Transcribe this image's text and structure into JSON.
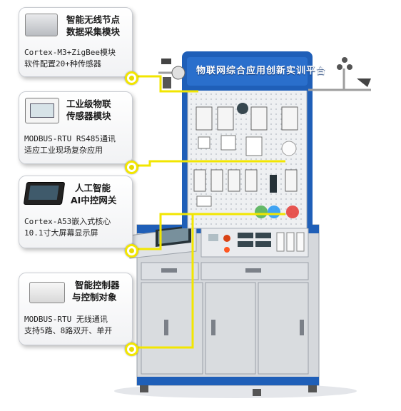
{
  "platform": {
    "title": "物联网综合应用创新实训平台",
    "frame_color": "#1f5fb8",
    "cabinet_color": "#cfd3d8",
    "connector_color": "#f2e600"
  },
  "callouts": [
    {
      "title1": "智能无线节点",
      "title2": "数据采集模块",
      "desc1": "Cortex-M3+ZigBee模块",
      "desc2": "软件配置20+种传感器"
    },
    {
      "title1": "工业级物联",
      "title2": "传感器模块",
      "desc1": "MODBUS-RTU RS485通讯",
      "desc2": "适应工业现场复杂应用"
    },
    {
      "title1": "人工智能",
      "title2": "AI中控网关",
      "desc1": "Cortex-A53嵌入式核心",
      "desc2": "10.1寸大屏幕显示屏"
    },
    {
      "title1": "智能控制器",
      "title2": "与控制对象",
      "desc1": "MODBUS-RTU 无线通讯",
      "desc2": "支持5路、8路双开、单开"
    }
  ]
}
